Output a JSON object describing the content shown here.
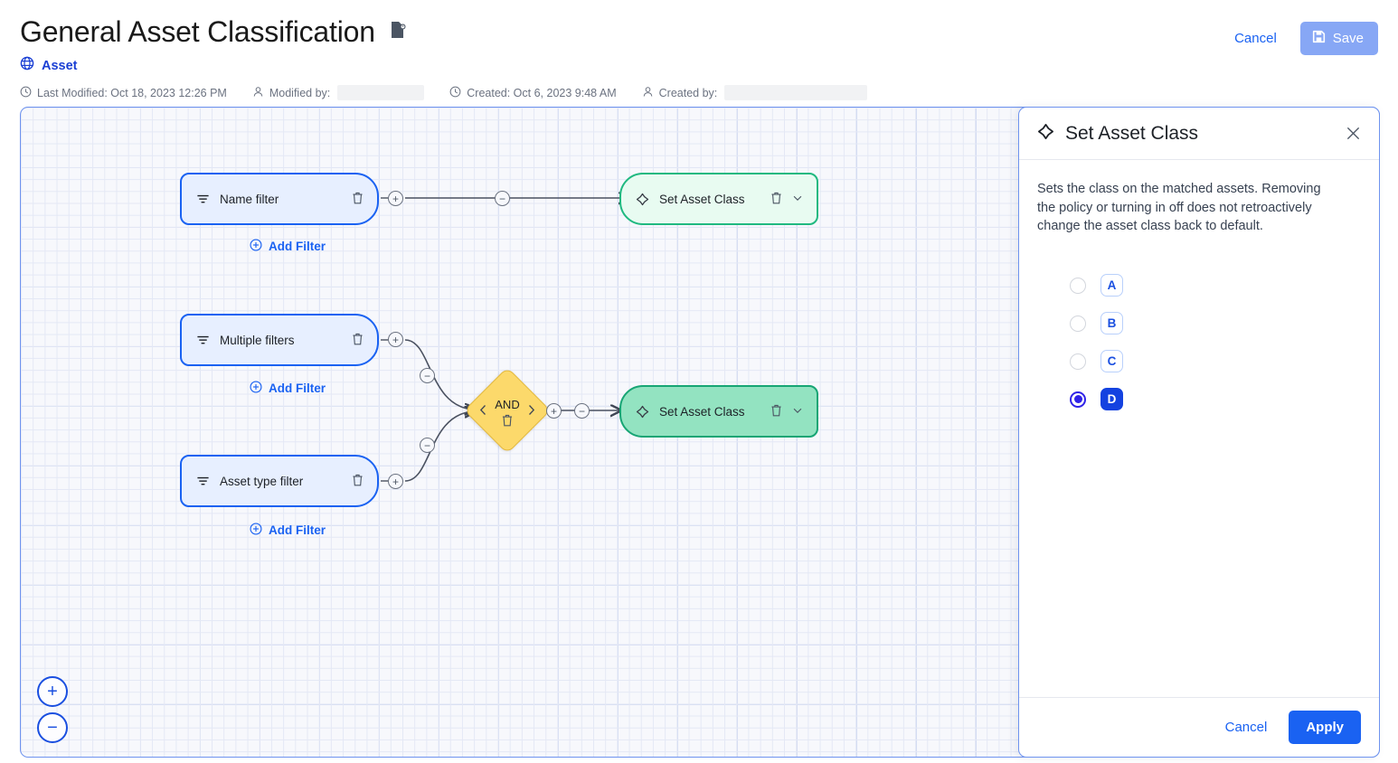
{
  "header": {
    "title": "General Asset Classification",
    "doc_icon": "document-info-icon",
    "cancel_label": "Cancel",
    "save_label": "Save",
    "save_icon": "save-disk-icon",
    "breadcrumb": {
      "icon": "globe-icon",
      "label": "Asset"
    },
    "meta": [
      {
        "icon": "clock-icon",
        "label": "Last Modified: Oct 18, 2023 12:26 PM",
        "redacted": false
      },
      {
        "icon": "user-icon",
        "label": "Modified by:",
        "redacted": true
      },
      {
        "icon": "clock-icon",
        "label": "Created: Oct 6, 2023 9:48 AM",
        "redacted": false
      },
      {
        "icon": "user-icon",
        "label": "Created by:",
        "redacted": true
      }
    ]
  },
  "canvas": {
    "nodes": [
      {
        "id": "name-filter",
        "kind": "filter",
        "label": "Name filter",
        "icon": "filter-icon",
        "trash": "trash-icon"
      },
      {
        "id": "multiple-filters",
        "kind": "filter",
        "label": "Multiple filters",
        "icon": "filter-icon",
        "trash": "trash-icon"
      },
      {
        "id": "asset-type-filter",
        "kind": "filter",
        "label": "Asset type filter",
        "icon": "filter-icon",
        "trash": "trash-icon"
      },
      {
        "id": "set-asset-class-1",
        "kind": "action",
        "label": "Set Asset Class",
        "icon": "asset-class-icon",
        "trash": "trash-icon",
        "chevron": "chevron-down-icon",
        "selected": false
      },
      {
        "id": "set-asset-class-2",
        "kind": "action",
        "label": "Set Asset Class",
        "icon": "asset-class-icon",
        "trash": "trash-icon",
        "chevron": "chevron-down-icon",
        "selected": true
      }
    ],
    "gate": {
      "label": "AND",
      "left_arrow": "chevron-left-icon",
      "right_arrow": "chevron-right-icon",
      "trash": "trash-icon"
    },
    "add_filter_label": "Add Filter",
    "add_filter_icon": "plus-circle-icon",
    "handle_add": "+",
    "handle_remove": "−",
    "zoom_in": "+",
    "zoom_out": "−",
    "colors": {
      "filter_fill": "#e7efff",
      "filter_border": "#1a62f2",
      "action_fill": "#e8fbf1",
      "action_border": "#20b980",
      "action_selected_fill": "#93e3c1",
      "gate_fill": "#fcd96b"
    }
  },
  "panel": {
    "icon": "asset-class-icon",
    "title": "Set Asset Class",
    "close_icon": "close-icon",
    "description": "Sets the class on the matched assets. Removing the policy or turning in off does not retroactively change the asset class back to default.",
    "options": [
      {
        "value": "A",
        "selected": false
      },
      {
        "value": "B",
        "selected": false
      },
      {
        "value": "C",
        "selected": false
      },
      {
        "value": "D",
        "selected": true
      }
    ],
    "cancel_label": "Cancel",
    "apply_label": "Apply"
  }
}
